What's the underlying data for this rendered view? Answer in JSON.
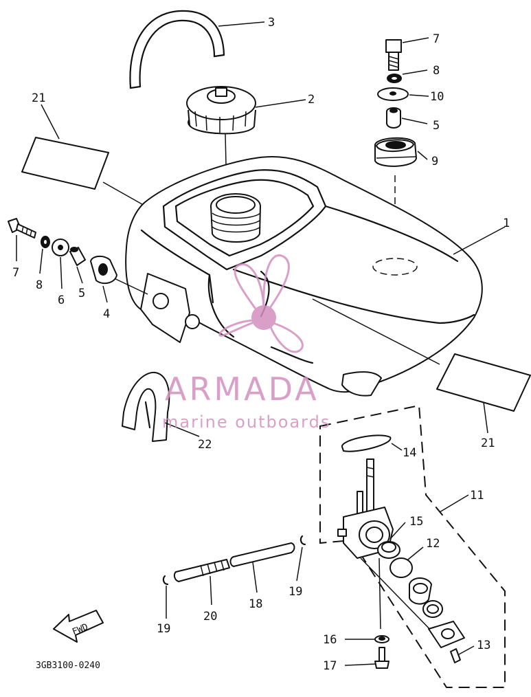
{
  "watermark": {
    "brand": "ARMADA",
    "tagline": "marine outboards",
    "color": "#d48fbf"
  },
  "diagram_code": "3GB3100-0240",
  "direction_label": "FWD",
  "callouts": {
    "c1": "1",
    "c2": "2",
    "c3": "3",
    "c4": "4",
    "c5a": "5",
    "c5b": "5",
    "c6": "6",
    "c7a": "7",
    "c7b": "7",
    "c8a": "8",
    "c8b": "8",
    "c9": "9",
    "c10": "10",
    "c11": "11",
    "c12": "12",
    "c13": "13",
    "c14": "14",
    "c15": "15",
    "c16": "16",
    "c17": "17",
    "c18": "18",
    "c19a": "19",
    "c19b": "19",
    "c20": "20",
    "c21a": "21",
    "c21b": "21",
    "c22": "22"
  }
}
